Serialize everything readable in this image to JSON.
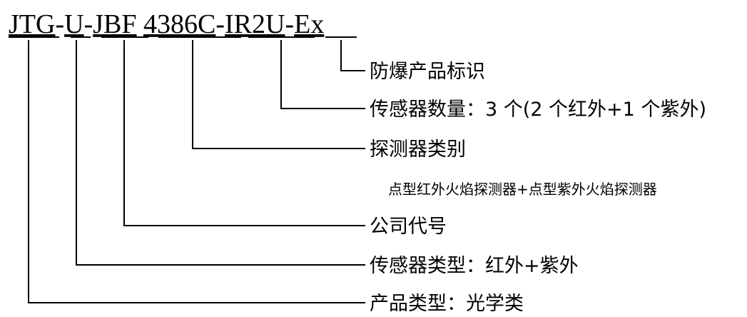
{
  "code": {
    "segments": [
      {
        "text": "JTG",
        "underlined": true
      },
      {
        "text": "-",
        "underlined": false
      },
      {
        "text": "U",
        "underlined": true
      },
      {
        "text": "-",
        "underlined": false
      },
      {
        "text": "JBF",
        "underlined": true
      },
      {
        "text": " ",
        "underlined": false
      },
      {
        "text": "4386C",
        "underlined": true
      },
      {
        "text": "-",
        "underlined": false
      },
      {
        "text": "IR2U",
        "underlined": true
      },
      {
        "text": "-",
        "underlined": false
      },
      {
        "text": "Ex",
        "underlined": true
      }
    ]
  },
  "labels": {
    "explosion_proof": "防爆产品标识",
    "sensor_count": "传感器数量：3 个(2 个红外+1 个紫外)",
    "detector_category": "探测器类别",
    "detector_category_note": "点型红外火焰探测器+点型紫外火焰探测器",
    "company_code": "公司代号",
    "sensor_type": "传感器类型：红外+紫外",
    "product_type": "产品类型：光学类"
  }
}
